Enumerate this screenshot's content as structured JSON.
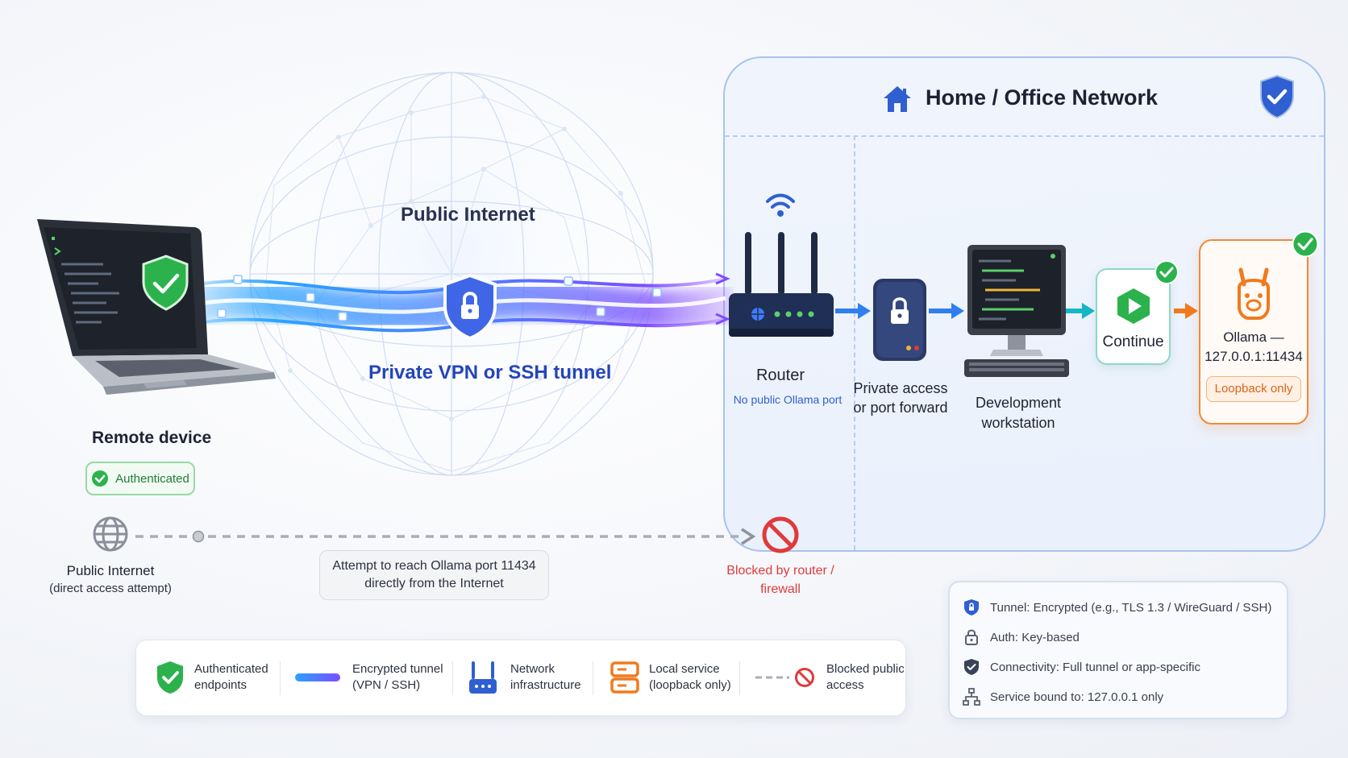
{
  "internet": {
    "title": "Public Internet",
    "tunnel_label": "Private VPN or SSH tunnel"
  },
  "remote": {
    "title": "Remote device",
    "badge": "Authenticated"
  },
  "network": {
    "title": "Home / Office Network",
    "router_title": "Router",
    "router_note": "No public Ollama port",
    "access_label_1": "Private access",
    "access_label_2": "or port forward",
    "workstation_1": "Development",
    "workstation_2": "workstation",
    "continue_label": "Continue",
    "ollama_1": "Ollama —",
    "ollama_2": "127.0.0.1:11434",
    "loopback": "Loopback only"
  },
  "attack": {
    "source_1": "Public Internet",
    "source_2": "(direct access attempt)",
    "note_1": "Attempt to reach Ollama port 11434",
    "note_2": "directly from the Internet",
    "blocked_1": "Blocked by router /",
    "blocked_2": "firewall"
  },
  "legend": [
    {
      "icon": "shield-check-icon",
      "line1": "Authenticated",
      "line2": "endpoints"
    },
    {
      "icon": "tunnel-line-icon",
      "line1": "Encrypted tunnel",
      "line2": "(VPN / SSH)"
    },
    {
      "icon": "router-icon",
      "line1": "Network",
      "line2": "infrastructure"
    },
    {
      "icon": "server-icon",
      "line1": "Local service",
      "line2": "(loopback only)"
    },
    {
      "icon": "blocked-icon",
      "line1": "Blocked public",
      "line2": "access"
    }
  ],
  "info": [
    {
      "icon": "shield-icon",
      "text": "Tunnel:  Encrypted (e.g., TLS 1.3 / WireGuard / SSH)"
    },
    {
      "icon": "lock-icon",
      "text": "Auth:  Key-based"
    },
    {
      "icon": "shield-check-icon",
      "text": "Connectivity:  Full tunnel or app-specific"
    },
    {
      "icon": "network-tree-icon",
      "text": "Service bound to:  127.0.0.1 only"
    }
  ],
  "colors": {
    "tunnel_blue": "#2aa3ff",
    "tunnel_purple": "#7b4dff",
    "secure_green": "#2bb24c",
    "ollama_orange": "#f07a1e",
    "blocked_red": "#e03a3a",
    "network_blue": "#2f5fd0"
  }
}
